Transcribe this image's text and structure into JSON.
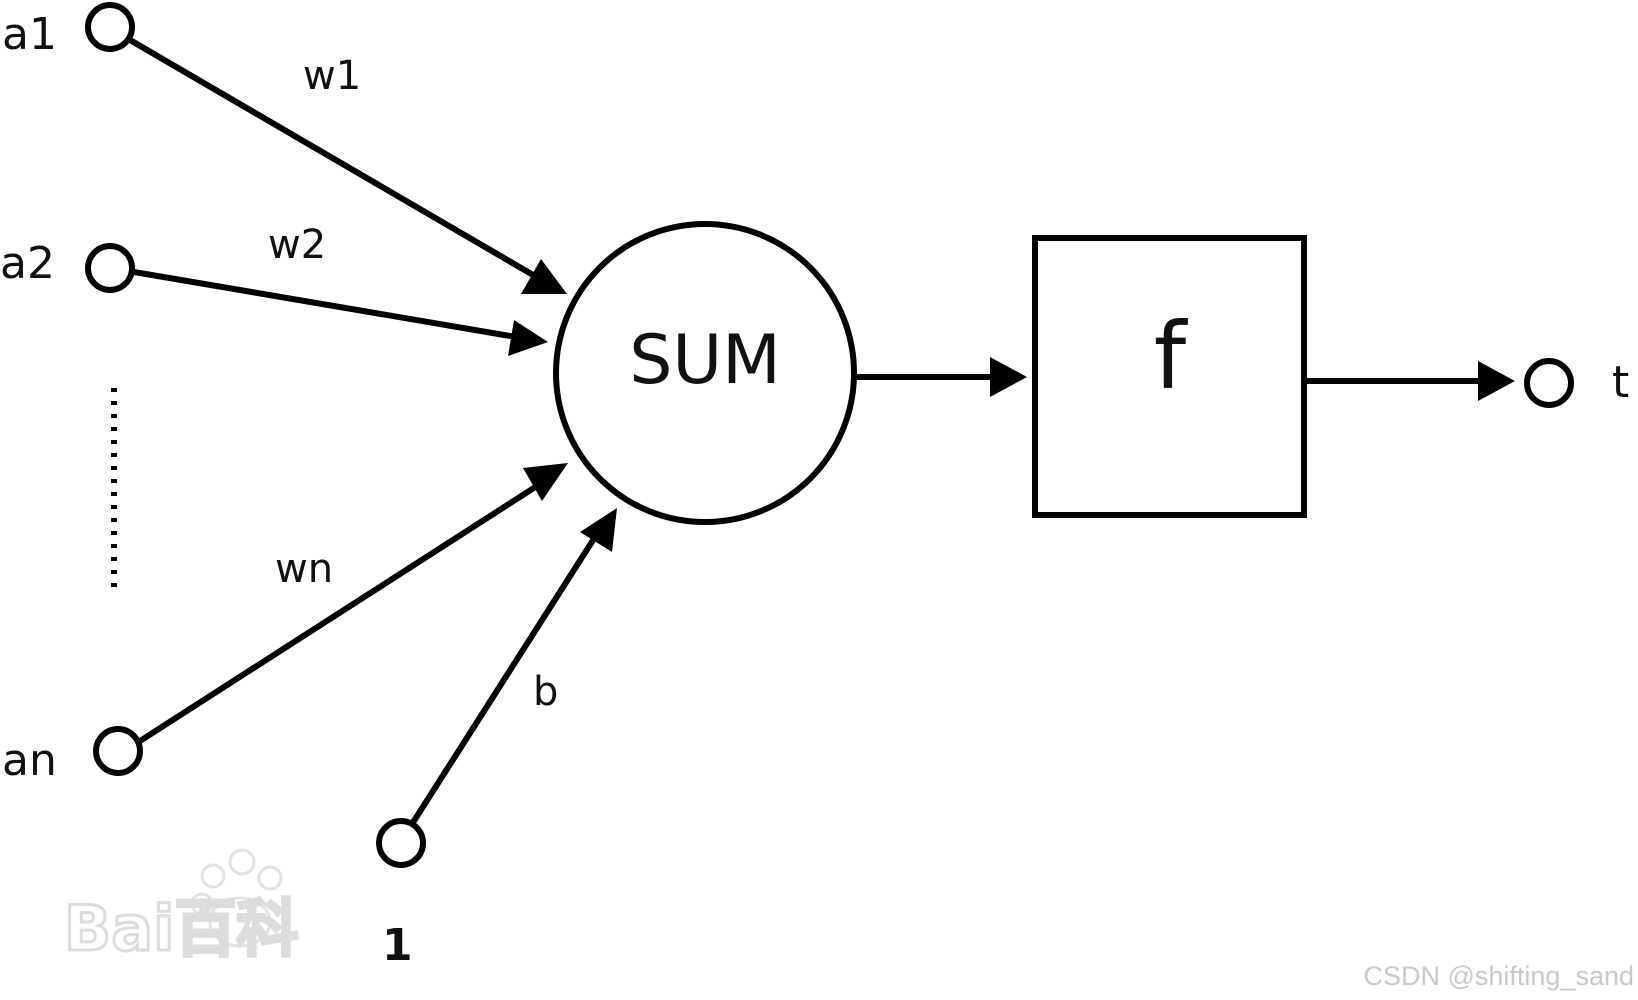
{
  "inputs": {
    "a1": "a1",
    "a2": "a2",
    "an": "an",
    "bias_input": "1"
  },
  "weights": {
    "w1": "w1",
    "w2": "w2",
    "wn": "wn",
    "b": "b"
  },
  "sum_node": {
    "label": "SUM"
  },
  "activation": {
    "label": "f"
  },
  "output": {
    "label": "t"
  },
  "watermarks": {
    "baidu_logo": "Bai百科",
    "csdn": "CSDN @shifting_sand"
  }
}
